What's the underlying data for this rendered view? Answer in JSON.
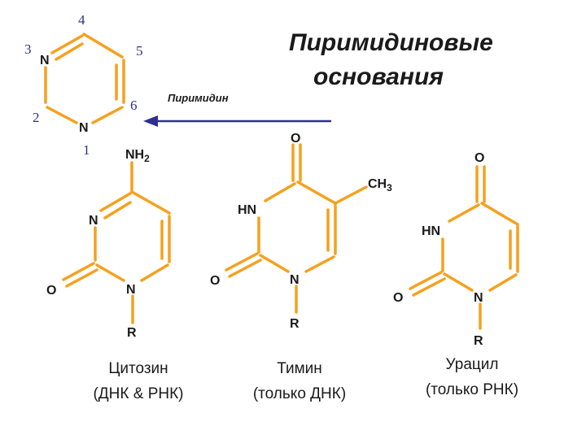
{
  "colors": {
    "bond": "#f5a11e",
    "arrow": "#2e2f8f",
    "text": "#1a1a1a"
  },
  "title": {
    "line1": "Пиримидиновые",
    "line2": "основания"
  },
  "arrow_label": "Пиримидин",
  "pyrimidine": {
    "n3": "N",
    "n1": "N",
    "numbers": [
      "1",
      "2",
      "3",
      "4",
      "5",
      "6"
    ]
  },
  "cytosine": {
    "nh2": "NH",
    "nh2_sub": "2",
    "n3": "N",
    "n1": "N",
    "o": "O",
    "r": "R",
    "name": "Цитозин",
    "note": "(ДНК & РНК)"
  },
  "thymine": {
    "o4": "O",
    "ch3": "CH",
    "ch3_sub": "3",
    "hn": "HN",
    "o2": "O",
    "n1": "N",
    "r": "R",
    "name": "Тимин",
    "note": "(только ДНК)"
  },
  "uracil": {
    "o4": "O",
    "hn": "HN",
    "o2": "O",
    "n1": "N",
    "r": "R",
    "name": "Урацил",
    "note": "(только РНК)"
  }
}
